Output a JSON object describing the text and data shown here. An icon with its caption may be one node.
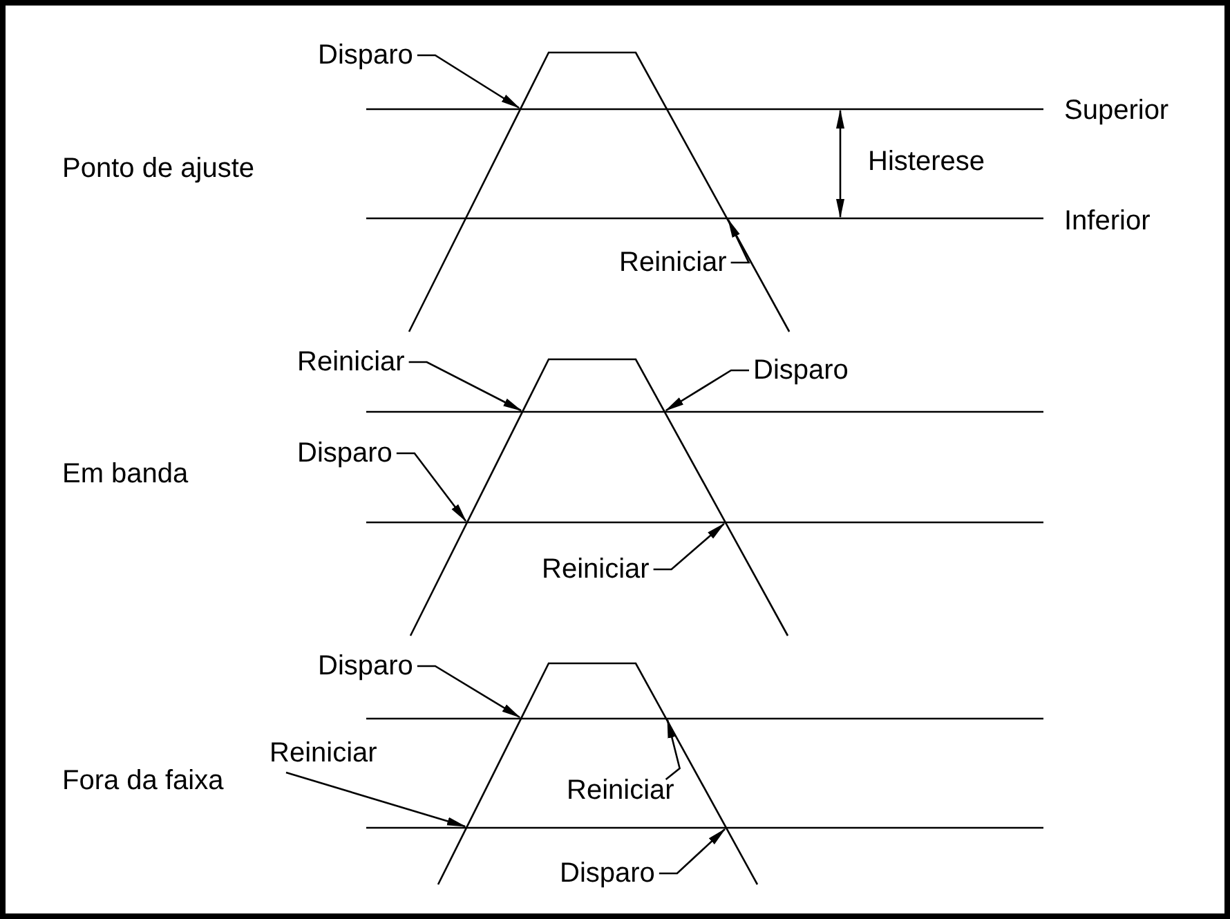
{
  "diagram": {
    "nodes": [
      {
        "text": [
          "Disparo"
        ]
      },
      {
        "text": [
          "Reiniciar"
        ]
      },
      {
        "text": [
          "Reiniciar"
        ]
      },
      {
        "text": [
          "Disparo"
        ]
      },
      {
        "text": [
          "Disparo"
        ]
      },
      {
        "text": [
          "Reiniciar"
        ]
      },
      {
        "text": [
          "Disparo"
        ]
      },
      {
        "text": [
          "Reiniciar"
        ]
      },
      {
        "text": [
          "Reiniciar"
        ]
      },
      {
        "text": [
          "Disparo"
        ]
      }
    ],
    "edges": [
      {
        "from": 0,
        "to": null,
        "arrow": "to"
      },
      {
        "from": 1,
        "to": null,
        "arrow": "to"
      },
      {
        "from": 2,
        "to": null,
        "arrow": "to"
      },
      {
        "from": 3,
        "to": null,
        "arrow": "to"
      },
      {
        "from": 4,
        "to": null,
        "arrow": "to"
      },
      {
        "from": 5,
        "to": null,
        "arrow": "to"
      },
      {
        "from": 6,
        "to": null,
        "arrow": "to"
      },
      {
        "from": 7,
        "to": null,
        "arrow": "to"
      },
      {
        "from": 8,
        "to": null,
        "arrow": "to"
      },
      {
        "from": 9,
        "to": null,
        "arrow": "to"
      }
    ],
    "labels": [
      "Superior",
      "Ponto de ajuste",
      "Histerese",
      "Inferior",
      "Em banda",
      "Fora da faixa"
    ]
  }
}
